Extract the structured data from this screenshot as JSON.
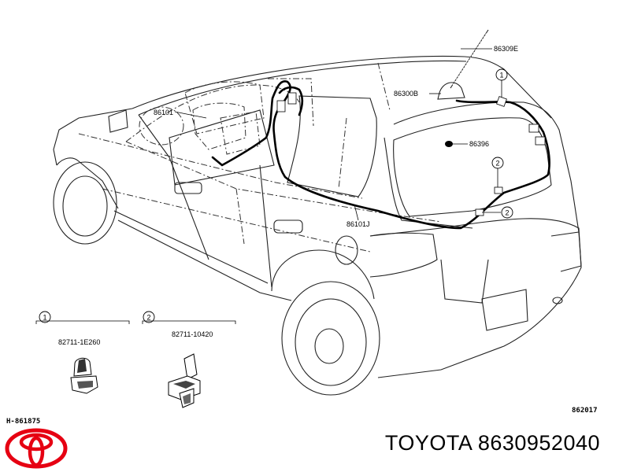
{
  "brand": "TOYOTA",
  "part_number": "8630952040",
  "footer_title": "TOYOTA 8630952040",
  "codes": {
    "left": "H-861875",
    "right": "862017"
  },
  "callouts": [
    {
      "id": "86309E",
      "label": "86309E"
    },
    {
      "id": "86300B",
      "label": "86300B"
    },
    {
      "id": "86101",
      "label": "86101"
    },
    {
      "id": "86396",
      "label": "86396"
    },
    {
      "id": "86101J",
      "label": "86101J"
    }
  ],
  "markers": {
    "one": "1",
    "two": "2"
  },
  "details": [
    {
      "marker": "1",
      "part": "82711-1E260"
    },
    {
      "marker": "2",
      "part": "82711-10420"
    }
  ],
  "colors": {
    "logo": "#e60012",
    "ink": "#000000",
    "background": "#ffffff"
  }
}
